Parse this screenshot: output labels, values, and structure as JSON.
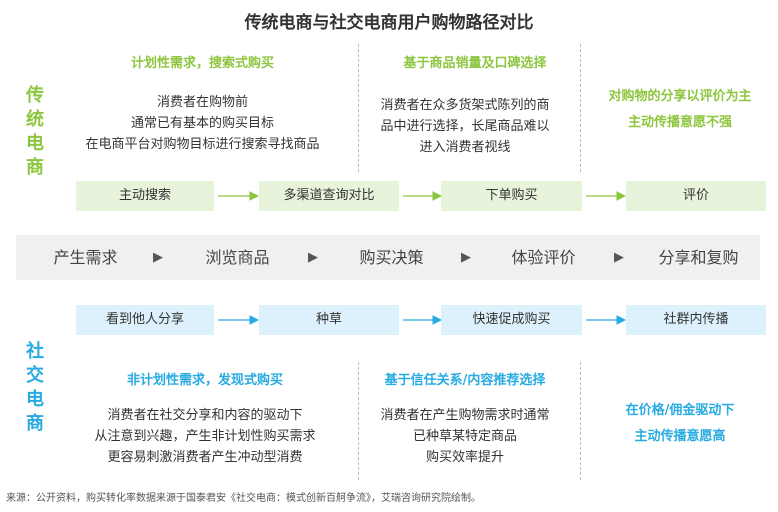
{
  "title": "传统电商与社交电商用户购物路径对比",
  "traditional": {
    "side_label": [
      "传",
      "统",
      "电",
      "商"
    ],
    "columns": [
      {
        "heading": "计划性需求，搜索式购买",
        "lines": [
          "消费者在购物前",
          "通常已有基本的购买目标",
          "在电商平台对购物目标进行搜索寻找商品"
        ]
      },
      {
        "heading": "基于商品销量及口碑选择",
        "lines": [
          "消费者在众多货架式陈列的商",
          "品中进行选择，长尾商品难以",
          "进入消费者视线"
        ]
      },
      {
        "heading": "",
        "lines": [
          "对购物的分享以评价为主",
          "主动传播意愿不强"
        ]
      }
    ],
    "steps": [
      "主动搜索",
      "多渠道查询对比",
      "下单购买",
      "评价"
    ]
  },
  "stages": [
    "产生需求",
    "浏览商品",
    "购买决策",
    "体验评价",
    "分享和复购"
  ],
  "stage_separator": "▶",
  "social": {
    "side_label": [
      "社",
      "交",
      "电",
      "商"
    ],
    "steps": [
      "看到他人分享",
      "种草",
      "快速促成购买",
      "社群内传播"
    ],
    "columns": [
      {
        "heading": "非计划性需求，发现式购买",
        "lines": [
          "消费者在社交分享和内容的驱动下",
          "从注意到兴趣，产生非计划性购买需求",
          "更容易刺激消费者产生冲动型消费"
        ]
      },
      {
        "heading": "基于信任关系/内容推荐选择",
        "lines": [
          "消费者在产生购物需求时通常",
          "已种草某特定商品",
          "购买效率提升"
        ]
      },
      {
        "heading": "",
        "lines": [
          "在价格/佣金驱动下",
          "主动传播意愿高"
        ]
      }
    ]
  },
  "colors": {
    "traditional": "#8dc63f",
    "social": "#29abe2"
  },
  "source": "来源：公开资料，购买转化率数据来源于国泰君安《社交电商：模式创新百舸争流》，艾瑞咨询研究院绘制。"
}
